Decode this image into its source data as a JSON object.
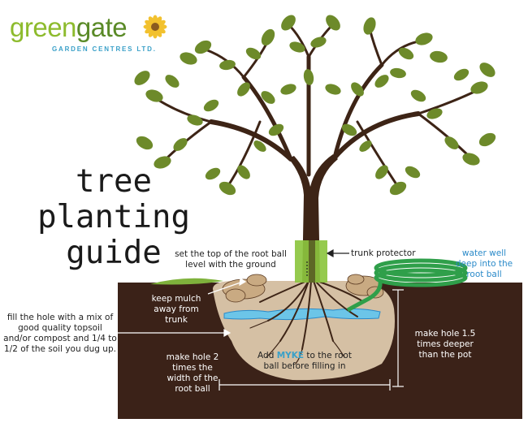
{
  "logo": {
    "word_part1": "green",
    "word_part2": "gate",
    "subtitle": "GARDEN CENTRES LTD.",
    "icon": "sunflower-icon"
  },
  "title": {
    "line1": "tree",
    "line2": "planting",
    "line3": "guide"
  },
  "labels": {
    "root_ball_top": "set the top of the root ball level with the ground",
    "trunk_protector": "trunk protector",
    "water_well": "water well deep into the root ball",
    "keep_mulch": "keep mulch away from trunk",
    "fill_hole": "fill the hole with a mix of good quality topsoil and/or compost and 1/4 to 1/2 of the soil you dug up.",
    "hole_depth": "make hole 1.5 times deeper than the pot",
    "hole_width": "make hole 2 times the width of the root ball",
    "myke_prefix": "Add ",
    "myke_word": "MYKE",
    "myke_suffix": " to the root ball before filling in"
  },
  "colors": {
    "soil": "#3b2218",
    "dug_soil": "#d5c0a4",
    "grass": "#7fb23c",
    "leaf": "#6d8a2a",
    "trunk": "#3d2416",
    "protector": "#8cc63f",
    "hose": "#2f9f4a",
    "water": "#6cc5e8",
    "accent_blue": "#2a8ac9",
    "logo_green": "#8dbb2d"
  }
}
